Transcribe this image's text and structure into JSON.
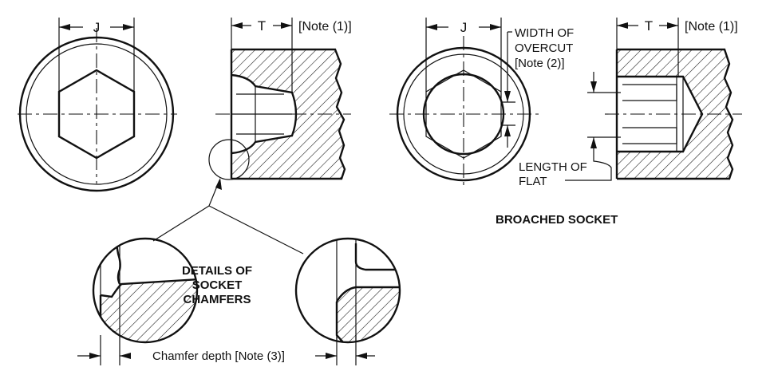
{
  "labels": {
    "dim_j": "J",
    "dim_t": "T",
    "note1": "[Note (1)]",
    "width_overcut_1": "WIDTH OF",
    "width_overcut_2": "OVERCUT",
    "width_overcut_3": "[Note (2)]",
    "length_flat_1": "LENGTH OF",
    "length_flat_2": "FLAT",
    "broached_socket": "BROACHED SOCKET",
    "details_1": "DETAILS OF",
    "details_2": "SOCKET",
    "details_3": "CHAMFERS",
    "chamfer_depth": "Chamfer depth [Note (3)]"
  },
  "colors": {
    "line": "#111111",
    "background": "#ffffff"
  }
}
